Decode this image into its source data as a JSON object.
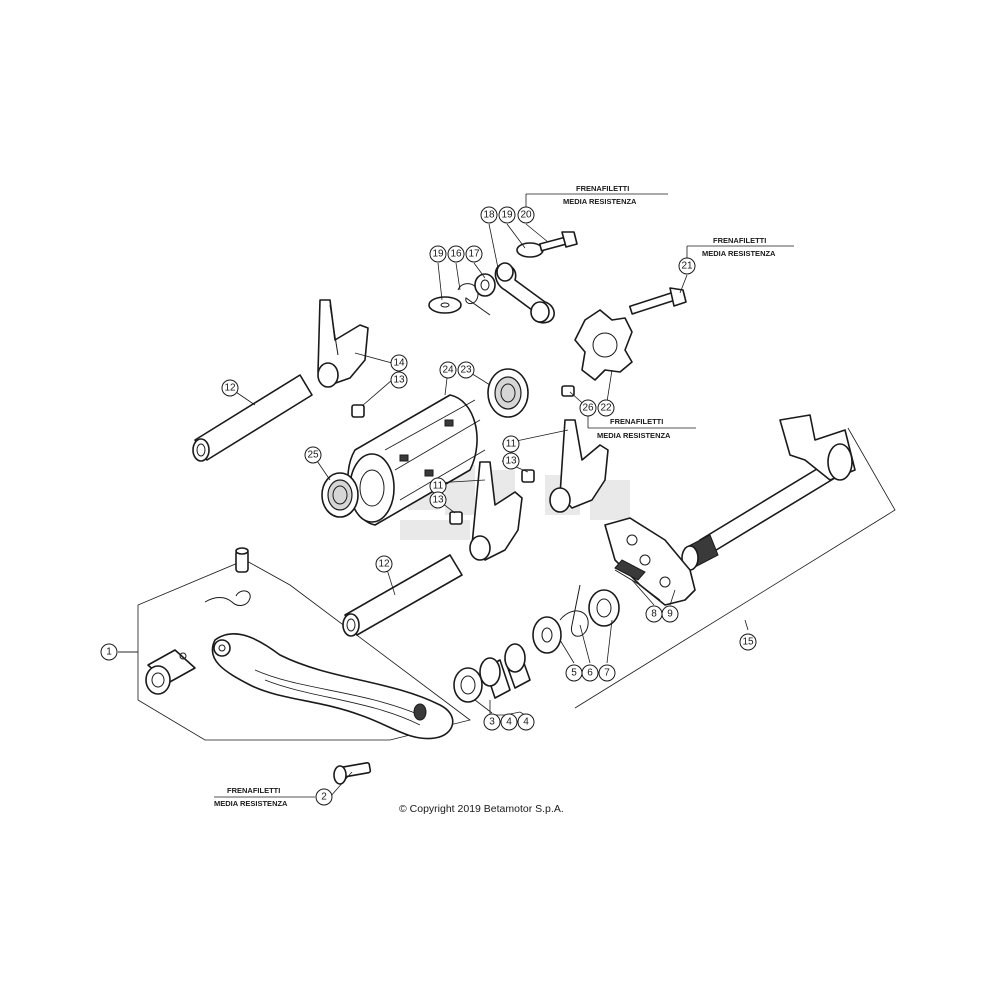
{
  "diagram": {
    "copyright": "© Copyright 2019 Betamotor S.p.A.",
    "notes": [
      {
        "id": "note-20",
        "line1": "FRENAFILETTI",
        "line2": "MEDIA RESISTENZA"
      },
      {
        "id": "note-21",
        "line1": "FRENAFILETTI",
        "line2": "MEDIA RESISTENZA"
      },
      {
        "id": "note-26",
        "line1": "FRENAFILETTI",
        "line2": "MEDIA RESISTENZA"
      },
      {
        "id": "note-2",
        "line1": "FRENAFILETTI",
        "line2": "MEDIA RESISTENZA"
      }
    ],
    "callouts": [
      "1",
      "2",
      "3",
      "4",
      "4",
      "5",
      "6",
      "7",
      "8",
      "9",
      "11",
      "11",
      "12",
      "12",
      "13",
      "13",
      "13",
      "14",
      "15",
      "16",
      "17",
      "18",
      "19",
      "19",
      "20",
      "21",
      "22",
      "23",
      "24",
      "25",
      "26"
    ]
  }
}
